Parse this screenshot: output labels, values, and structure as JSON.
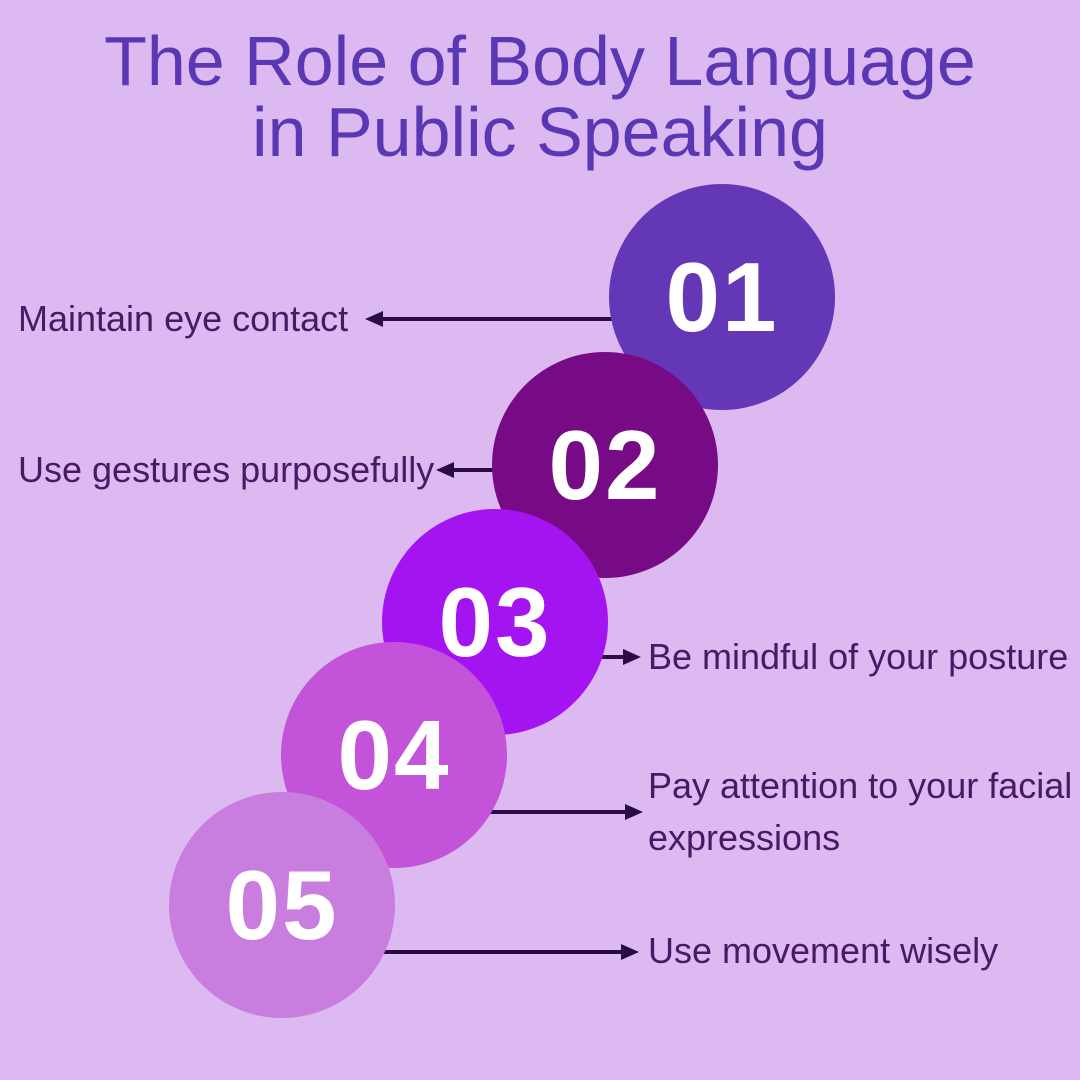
{
  "title": {
    "line1": "The Role of Body Language",
    "line2": "in Public Speaking"
  },
  "steps": [
    {
      "number": "01",
      "label": "Maintain eye contact",
      "side": "left",
      "color": "#6437b7"
    },
    {
      "number": "02",
      "label": "Use gestures purposefully",
      "side": "left",
      "color": "#770b85"
    },
    {
      "number": "03",
      "label": "Be mindful of your posture",
      "side": "right",
      "color": "#a414f1"
    },
    {
      "number": "04",
      "label": "Pay attention to your facial\nexpressions",
      "side": "right",
      "color": "#c353d8"
    },
    {
      "number": "05",
      "label": "Use movement wisely",
      "side": "right",
      "color": "#c97edf"
    }
  ],
  "colors": {
    "bg": "#dcb9f1",
    "title": "#5b38b3",
    "label": "#471a63",
    "arrow": "#2b0b45",
    "number": "#ffffff"
  }
}
